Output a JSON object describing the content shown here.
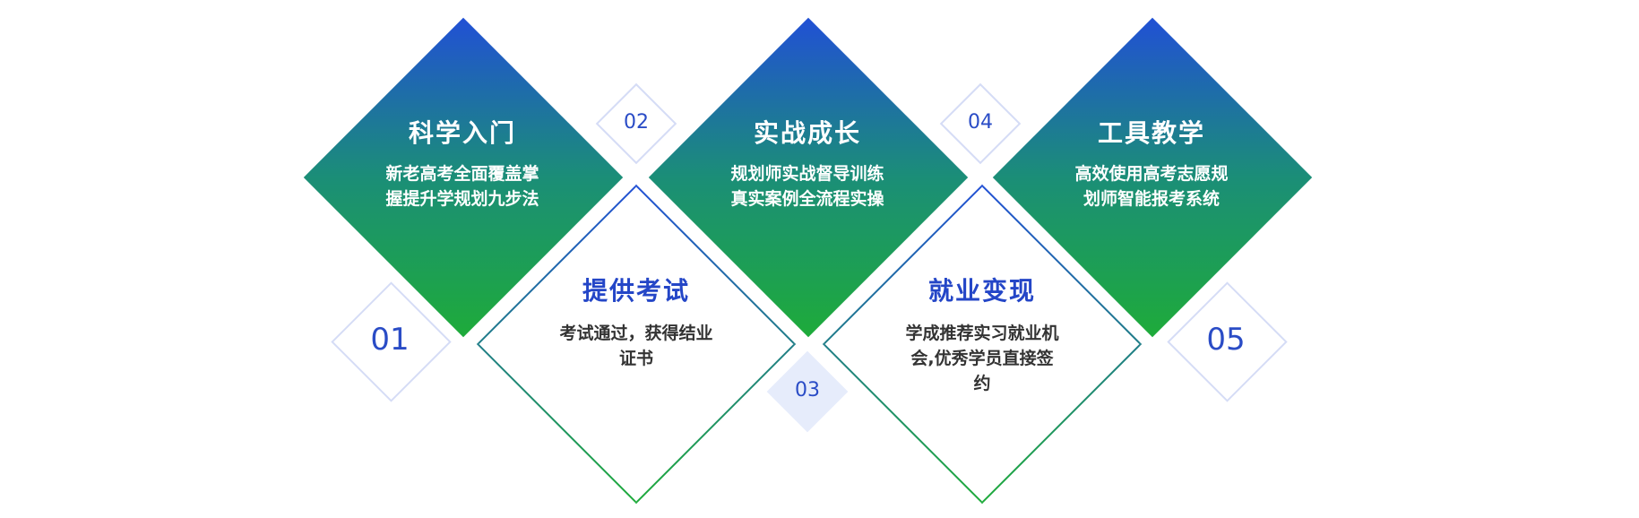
{
  "colors": {
    "gradient_top": "#2150d5",
    "gradient_bottom": "#1eab3a",
    "title_blue": "#2446c7",
    "number_blue": "#2a4cc6",
    "outline_light": "#d5dcf6"
  },
  "cards": [
    {
      "number": "01",
      "title": "科学入门",
      "desc_lines": [
        "新老高考全面覆盖掌",
        "握提升学规划九步法"
      ]
    },
    {
      "number": "02",
      "title": "提供考试",
      "desc_lines": [
        "考试通过，获得结业",
        "证书"
      ]
    },
    {
      "number": "03",
      "title": "实战成长",
      "desc_lines": [
        "规划师实战督导训练",
        "真实案例全流程实操"
      ]
    },
    {
      "number": "04",
      "title": "就业变现",
      "desc_lines": [
        "学成推荐实习就业机",
        "会,优秀学员直接签",
        "约"
      ]
    },
    {
      "number": "05",
      "title": "工具教学",
      "desc_lines": [
        "高效使用高考志愿规",
        "划师智能报考系统"
      ]
    }
  ]
}
